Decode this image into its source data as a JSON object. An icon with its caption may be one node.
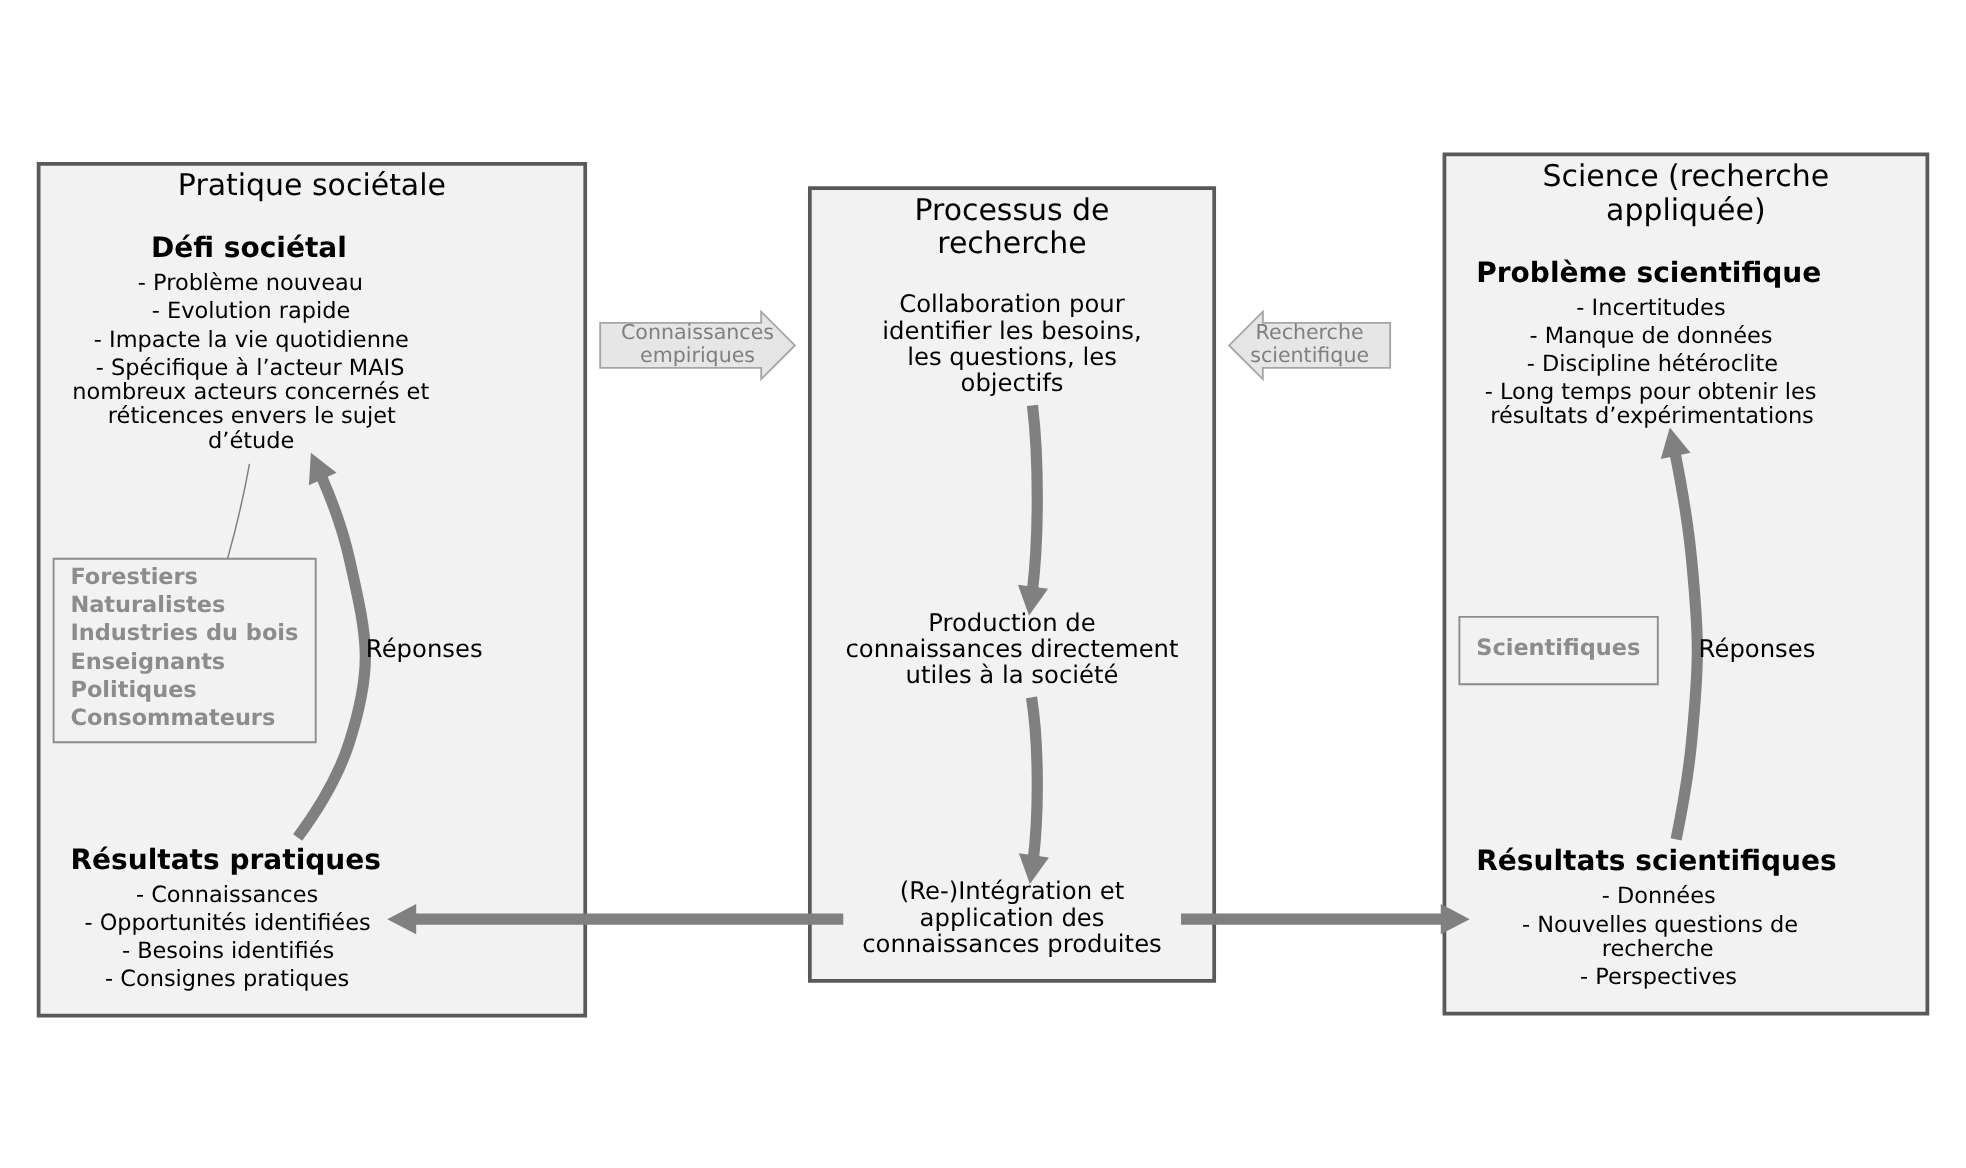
{
  "diagram": {
    "nodes": [
      {
        "text": [
          "Pratique sociétale"
        ]
      },
      {
        "text": [
          "Défi sociétal",
          "- Problème nouveau",
          "- Evolution rapide",
          "- Impacte la vie quotidienne",
          "- Spécifique à l’acteur MAIS nombreux acteurs concernés et réticences envers le sujet d’étude"
        ],
        "in": 0
      },
      {
        "text": [
          "Forestiers",
          "Naturalistes",
          "Industries du bois",
          "Enseignants",
          "Politiques",
          "Consommateurs"
        ],
        "in": 0
      },
      {
        "text": [
          "Résultats pratiques",
          "- Connaissances",
          "- Opportunités identifiées",
          "- Besoins identifiés",
          "- Consignes pratiques"
        ],
        "in": 0
      },
      {
        "text": [
          "Processus de recherche"
        ]
      },
      {
        "text": [
          "Collaboration pour identifier les besoins, les questions, les objectifs"
        ],
        "in": 4
      },
      {
        "text": [
          "Production de connaissances directement utiles à la société"
        ],
        "in": 4
      },
      {
        "text": [
          "(Re-)Intégration et application des connaissances produites"
        ],
        "in": 4
      },
      {
        "text": [
          "Science (recherche appliquée)"
        ]
      },
      {
        "text": [
          "Problème scientifique",
          "- Incertitudes",
          "- Manque de données",
          "- Discipline hétéroclite",
          "- Long temps pour obtenir les résultats d’expérimentations"
        ],
        "in": 8
      },
      {
        "text": [
          "Scientifiques"
        ],
        "in": 8
      },
      {
        "text": [
          "Résultats scientifiques",
          "- Données",
          "- Nouvelles questions de recherche",
          "- Perspectives"
        ],
        "in": 8
      },
      {
        "text": [
          "Connaissances empiriques"
        ]
      },
      {
        "text": [
          "Recherche scientifique"
        ]
      }
    ],
    "edges": [
      {
        "from": 5,
        "to": 6,
        "arrow": "to"
      },
      {
        "from": 6,
        "to": 7,
        "arrow": "to"
      },
      {
        "from": 7,
        "to": 3,
        "arrow": "to"
      },
      {
        "from": 7,
        "to": 11,
        "arrow": "to"
      },
      {
        "from": 3,
        "to": 1,
        "arrow": "to",
        "label": "Réponses"
      },
      {
        "from": 11,
        "to": 9,
        "arrow": "to",
        "label": "Réponses"
      },
      {
        "from": 2,
        "to": 1,
        "arrow": "none"
      }
    ]
  }
}
